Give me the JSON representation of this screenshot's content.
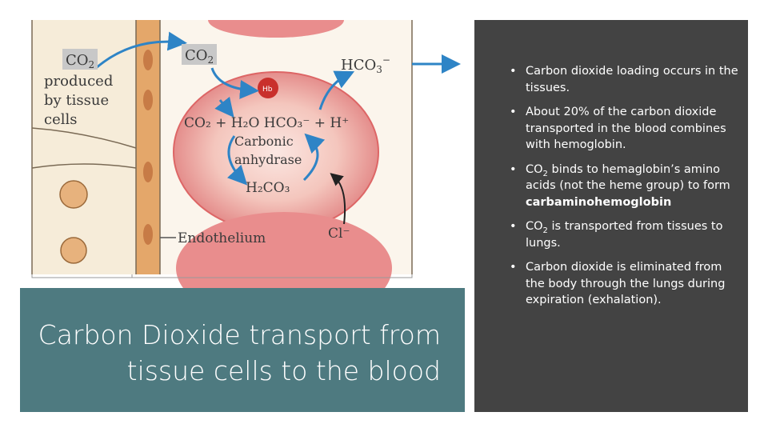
{
  "figure": {
    "labels": {
      "co2_left": "CO",
      "co2_left_sub": "2",
      "produced_line1": "produced",
      "produced_line2": "by tissue",
      "produced_line3": "cells",
      "co2_top": "CO",
      "co2_top_sub": "2",
      "hco3_out": "HCO",
      "hco3_out_sub": "3",
      "hco3_out_sup": "−",
      "hb": "Hb",
      "reaction": "CO₂ + H₂O  HCO₃⁻ + H⁺",
      "carbonic": "Carbonic",
      "anhydrase": "anhydrase",
      "h2co3": "H₂CO₃",
      "endothelium": "Endothelium",
      "chloride": "Cl⁻"
    },
    "colors": {
      "rbc": "#e98d8d",
      "rbc_center": "#f6d6d0",
      "arrow": "#2e84c6",
      "tissue": "#f6ecd9",
      "endothelium": "#e4a76a"
    }
  },
  "title": {
    "line1": "Carbon Dioxide transport from",
    "line2": "tissue cells to the blood"
  },
  "bullets": {
    "b1": "Carbon dioxide loading occurs in the tissues.",
    "b2": "About 20% of the carbon dioxide transported in the blood combines with hemoglobin.",
    "b3_pre": "CO",
    "b3_sub": "2",
    "b3_mid": " binds to hemaglobin’s amino acids (not the heme group) to form ",
    "b3_bold": "carbaminohemoglobin",
    "b4_pre": "CO",
    "b4_sub": "2",
    "b4_post": " is transported from tissues to lungs.",
    "b5": "Carbon dioxide is eliminated from the body through the lungs during expiration (exhalation).",
    "bullet_glyph": "•"
  },
  "colors": {
    "title_bg": "#4e7a80",
    "panel_bg": "#434343",
    "text": "#ffffff"
  }
}
